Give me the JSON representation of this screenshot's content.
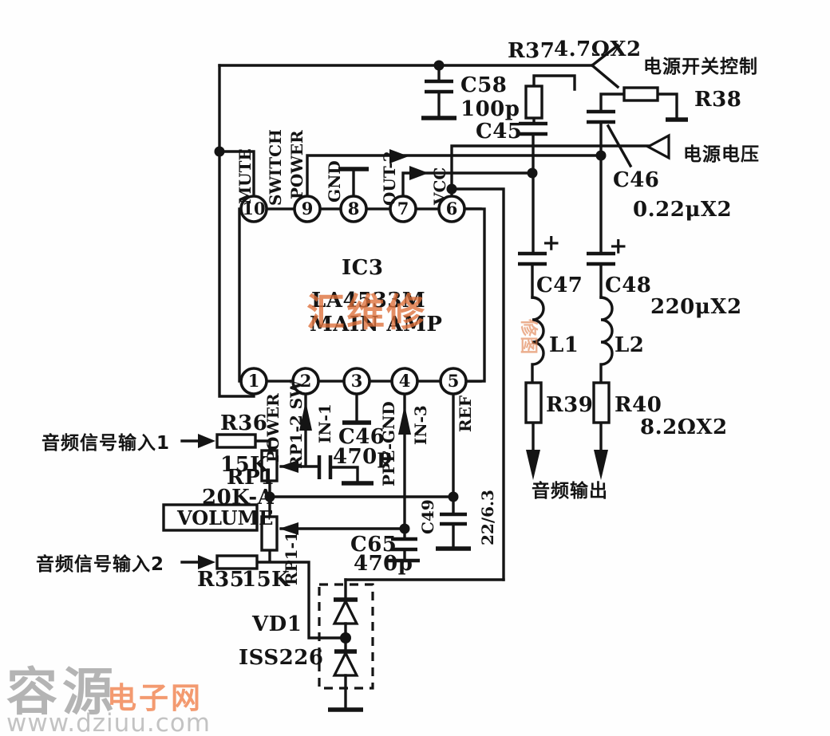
{
  "ic": {
    "ref": "IC3",
    "part": "LA4533M",
    "subtitle": "MAIN AMP",
    "top_pins": [
      {
        "num": "10",
        "labels": [
          "MUTE",
          "SWITCH"
        ]
      },
      {
        "num": "9",
        "labels": [
          "POWER"
        ]
      },
      {
        "num": "8",
        "labels": [
          "GND"
        ]
      },
      {
        "num": "7",
        "labels": [
          "OUT-2"
        ]
      },
      {
        "num": "6",
        "labels": [
          "VCC"
        ]
      }
    ],
    "bottom_pins": [
      {
        "num": "1",
        "labels": [
          "POWER"
        ]
      },
      {
        "num": "2",
        "labels": [
          "IN-1"
        ]
      },
      {
        "num": "3",
        "labels": []
      },
      {
        "num": "4",
        "labels": [
          "PPE-GND",
          "IN-3"
        ]
      },
      {
        "num": "5",
        "labels": [
          "REF"
        ]
      }
    ]
  },
  "components": {
    "r35": {
      "ref": "R35",
      "value": "15K"
    },
    "r36": {
      "ref": "R36",
      "value": "15K"
    },
    "r37": {
      "ref": "R37",
      "value": "4.7ΩX2"
    },
    "r38": {
      "ref": "R38"
    },
    "r39": {
      "ref": "R39"
    },
    "r40": {
      "ref": "R40",
      "value": "8.2ΩX2"
    },
    "rp1": {
      "ref": "RP1",
      "value": "20K-A",
      "tag": "VOLUME",
      "upper": "RP1-2 SW",
      "lower": "RP1-1"
    },
    "c45": {
      "ref": "C45"
    },
    "c46_main": {
      "ref": "C46",
      "value": "0.22μX2"
    },
    "c46_input": {
      "ref": "C46",
      "value": "470p"
    },
    "c47": {
      "ref": "C47"
    },
    "c48": {
      "ref": "C48",
      "value": "220μX2"
    },
    "c49": {
      "ref": "C49",
      "value": "22/6.3"
    },
    "c58": {
      "ref": "C58",
      "value": "100p"
    },
    "c65": {
      "ref": "C65",
      "value": "470p"
    },
    "l1": {
      "ref": "L1"
    },
    "l2": {
      "ref": "L2"
    },
    "vd1": {
      "ref": "VD1",
      "part": "ISS226"
    }
  },
  "annotations": {
    "power_switch_control": "电源开关控制",
    "power_voltage": "电源电压",
    "audio_output": "音频输出",
    "audio_input_1": "音频信号输入1",
    "audio_input_2": "音频信号输入2",
    "plus": "+"
  },
  "watermarks": {
    "brand": "容源",
    "brand_suffix": "电子网",
    "url": "www.dziuu.com",
    "center": "汇维修",
    "side": "修图"
  }
}
